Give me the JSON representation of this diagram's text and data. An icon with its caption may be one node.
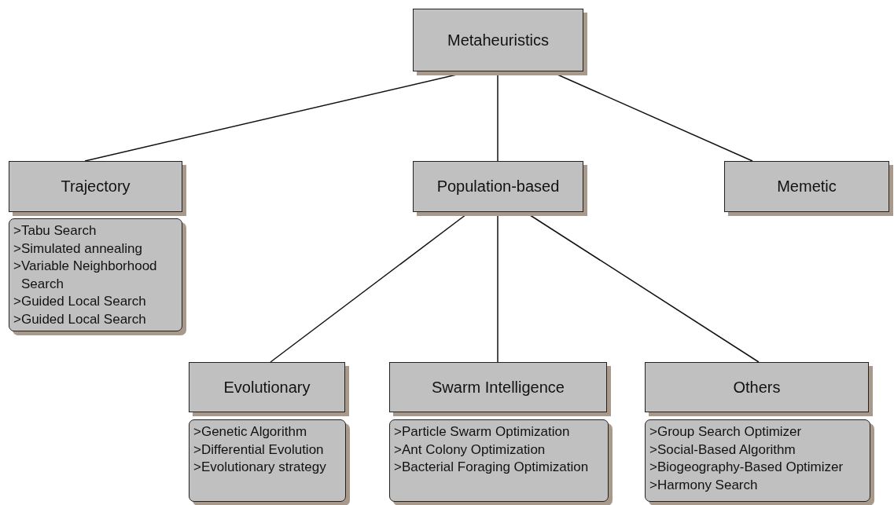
{
  "diagram": {
    "nodes": [
      {
        "text": [
          "Metaheuristics"
        ]
      },
      {
        "text": [
          "Trajectory"
        ]
      },
      {
        "text": [
          "Population-based"
        ]
      },
      {
        "text": [
          "Memetic"
        ]
      },
      {
        "text": [
          ">Tabu Search",
          ">Simulated annealing",
          ">Variable Neighborhood Search",
          ">Guided Local Search",
          ">Guided Local Search"
        ]
      },
      {
        "text": [
          "Evolutionary"
        ]
      },
      {
        "text": [
          "Swarm Intelligence"
        ]
      },
      {
        "text": [
          "Others"
        ]
      },
      {
        "text": [
          ">Genetic Algorithm",
          ">Differential Evolution",
          ">Evolutionary strategy"
        ]
      },
      {
        "text": [
          ">Particle Swarm Optimization",
          ">Ant Colony Optimization",
          ">Bacterial Foraging Optimization"
        ]
      },
      {
        "text": [
          ">Group Search Optimizer",
          ">Social-Based Algorithm",
          ">Biogeography-Based Optimizer",
          ">Harmony Search"
        ]
      }
    ],
    "edges": [
      {
        "from": 0,
        "to": 1,
        "arrow": "none"
      },
      {
        "from": 0,
        "to": 2,
        "arrow": "none"
      },
      {
        "from": 0,
        "to": 3,
        "arrow": "none"
      },
      {
        "from": 2,
        "to": 5,
        "arrow": "none"
      },
      {
        "from": 2,
        "to": 6,
        "arrow": "none"
      },
      {
        "from": 2,
        "to": 7,
        "arrow": "none"
      }
    ]
  }
}
